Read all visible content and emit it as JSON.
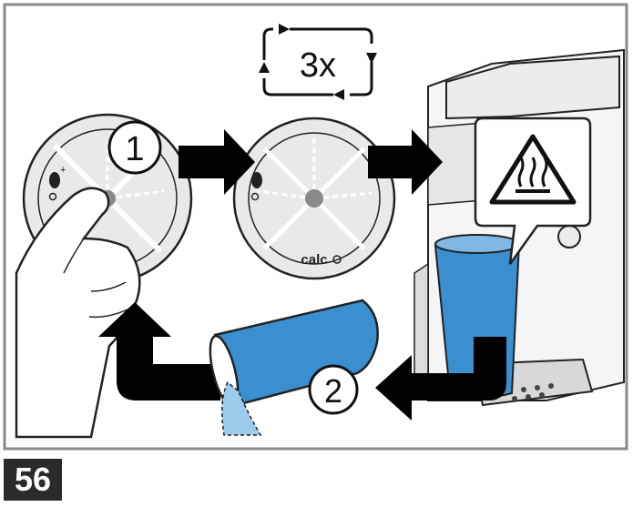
{
  "repeat_label": "3x",
  "steps": [
    {
      "number": "1"
    },
    {
      "number": "2"
    }
  ],
  "dial": {
    "calc_label": "calc"
  },
  "warning_icon": "hot-surface-warning-icon",
  "figure_number": "56",
  "colors": {
    "water": "#3a8fd0",
    "water_light": "#9ccbee",
    "arrow": "#000000",
    "dial_face": "#e8e8e8",
    "machine": "#f4f4f4",
    "frame": "#888888",
    "badge": "#2b2b2b"
  }
}
